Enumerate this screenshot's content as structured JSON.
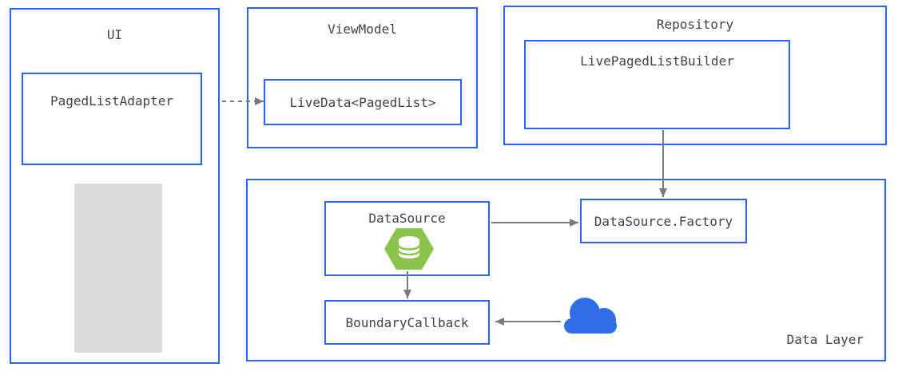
{
  "colors": {
    "box_border": "#2D63F1",
    "arrow": "#7A7A7A",
    "text": "#3C444D",
    "hexagon_green": "#8BC34A",
    "cloud_blue": "#2E6FE8",
    "placeholder_gray": "#DBDBDB",
    "background": "#FFFFFF"
  },
  "ui": {
    "label": "UI",
    "adapter": "PagedListAdapter"
  },
  "viewmodel": {
    "label": "ViewModel",
    "livedata": "LiveData<PagedList>"
  },
  "repository": {
    "label": "Repository",
    "builder": "LivePagedListBuilder"
  },
  "data_layer": {
    "label": "Data Layer",
    "datasource": "DataSource",
    "factory": "DataSource.Factory",
    "boundary": "BoundaryCallback"
  },
  "icons": {
    "database": "database-icon",
    "cloud": "cloud-icon"
  },
  "edges": [
    {
      "from": "PagedListAdapter",
      "to": "LiveData<PagedList>",
      "style": "dashed"
    },
    {
      "from": "LivePagedListBuilder",
      "to": "DataSource.Factory",
      "style": "solid"
    },
    {
      "from": "DataSource",
      "to": "DataSource.Factory",
      "style": "solid"
    },
    {
      "from": "DataSource",
      "to": "BoundaryCallback",
      "style": "solid"
    },
    {
      "from": "cloud",
      "to": "BoundaryCallback",
      "style": "solid"
    }
  ]
}
